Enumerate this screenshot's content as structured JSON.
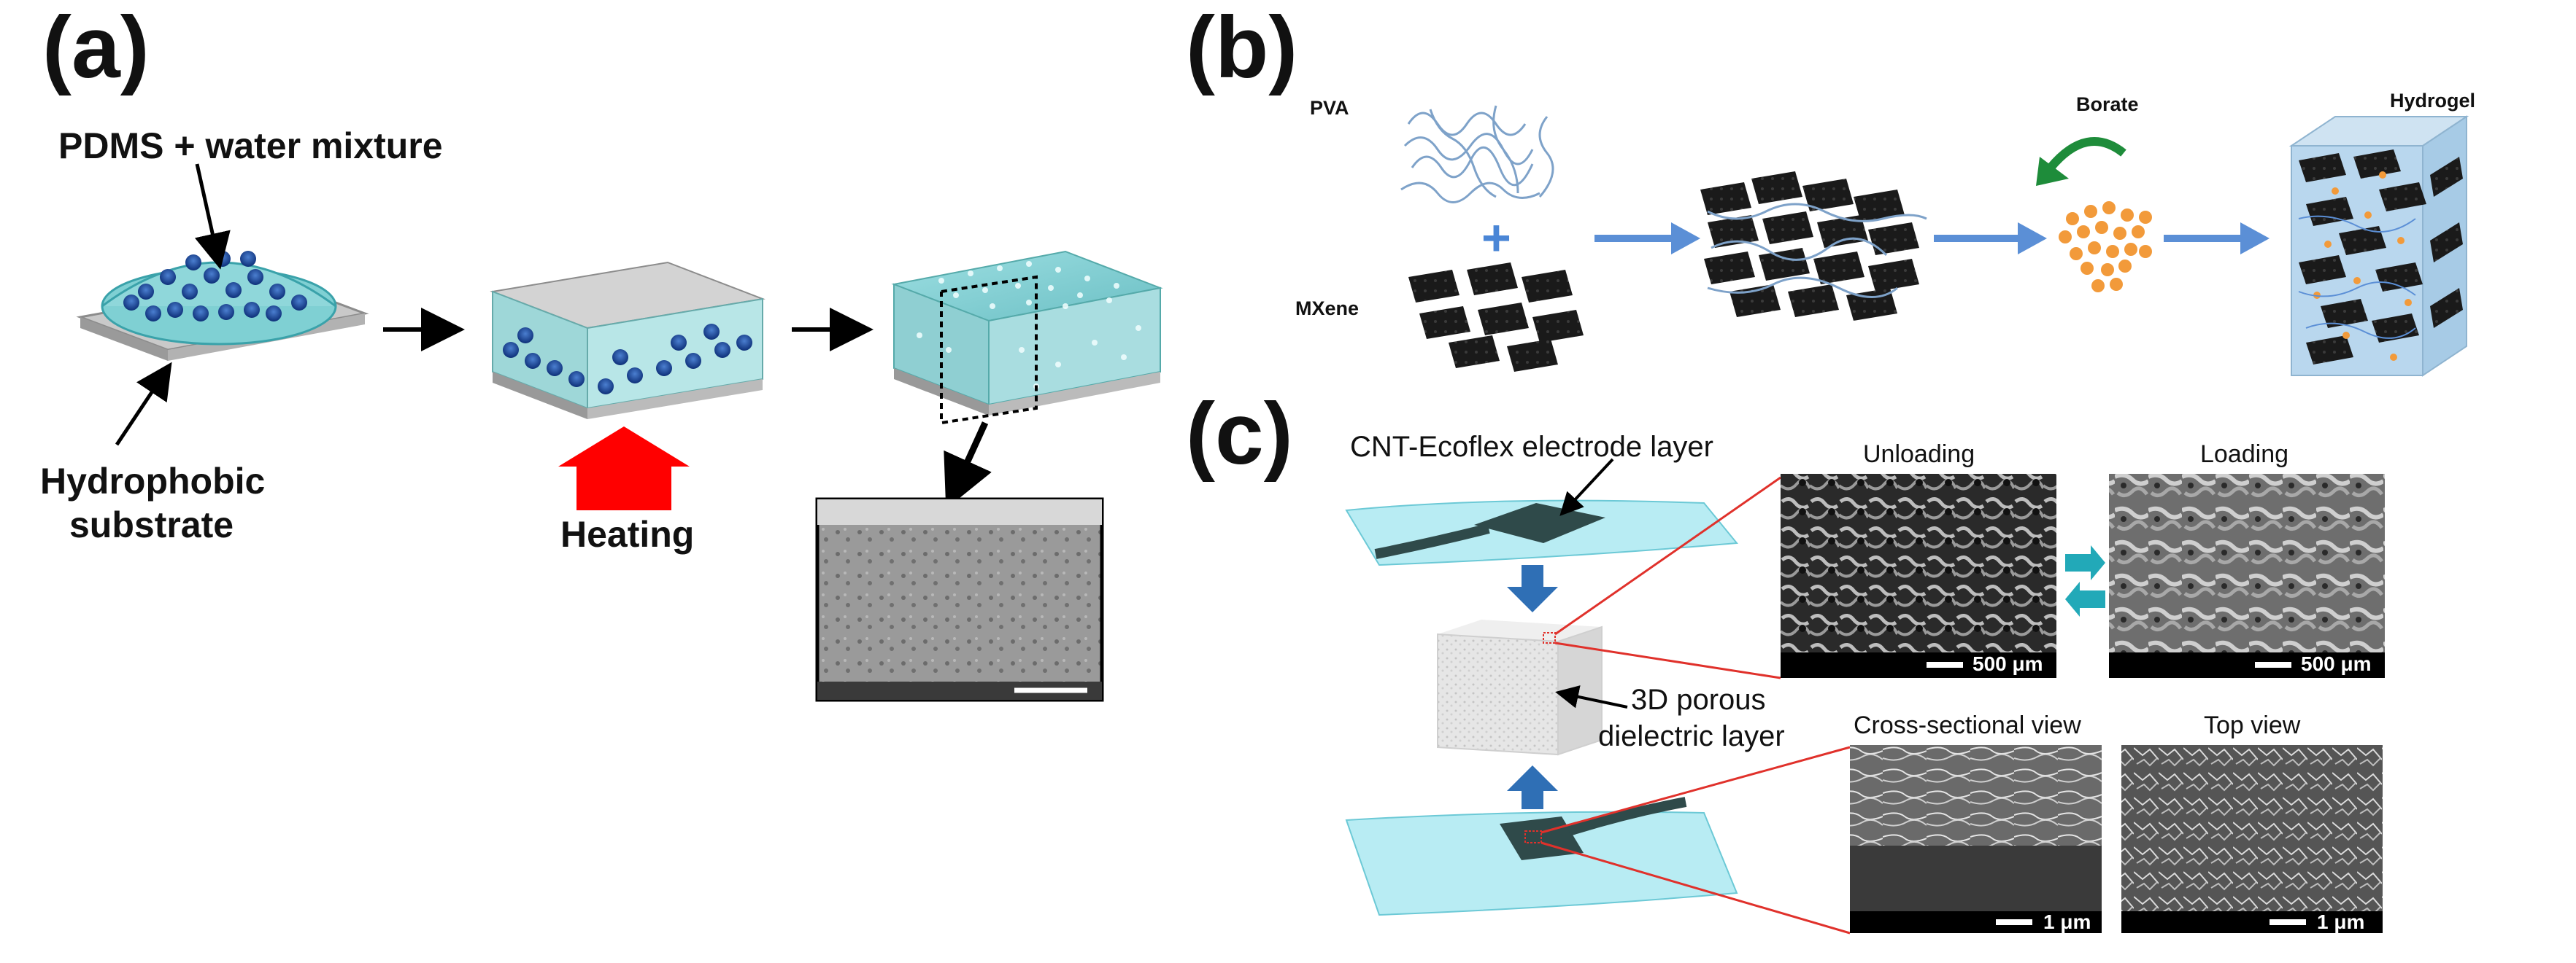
{
  "panels": {
    "a": {
      "letter": "(a)",
      "mixture_label": "PDMS + water mixture",
      "substrate_label_line1": "Hydrophobic",
      "substrate_label_line2": "substrate",
      "heating_label": "Heating"
    },
    "b": {
      "letter": "(b)",
      "pva_label": "PVA",
      "mxene_label": "MXene",
      "borate_label": "Borate",
      "hydrogel_label": "Hydrogel"
    },
    "c": {
      "letter": "(c)",
      "electrode_label": "CNT-Ecoflex electrode layer",
      "dielectric_label_line1": "3D porous",
      "dielectric_label_line2": "dielectric layer",
      "sem": [
        {
          "title": "Unloading",
          "scale": "500 μm"
        },
        {
          "title": "Loading",
          "scale": "500 μm"
        },
        {
          "title": "Cross-sectional view",
          "scale": "1 μm"
        },
        {
          "title": "Top view",
          "scale": "1 μm"
        }
      ]
    }
  },
  "colors": {
    "water_droplet": "#1f4f9c",
    "pdms_cyan": "#8fd3d6",
    "heating_arrow": "#ff0000",
    "process_arrow_blue": "#5b8fd6",
    "borate_orange": "#f29a3a",
    "borate_curve_green": "#1e8c3a",
    "exchange_arrow_teal": "#22a9b8",
    "zoom_line_red": "#e0312b",
    "electrode_sheet": "#b8ecf3",
    "electrode_dark": "#2f4a4a",
    "press_arrow": "#2f6fb5"
  }
}
